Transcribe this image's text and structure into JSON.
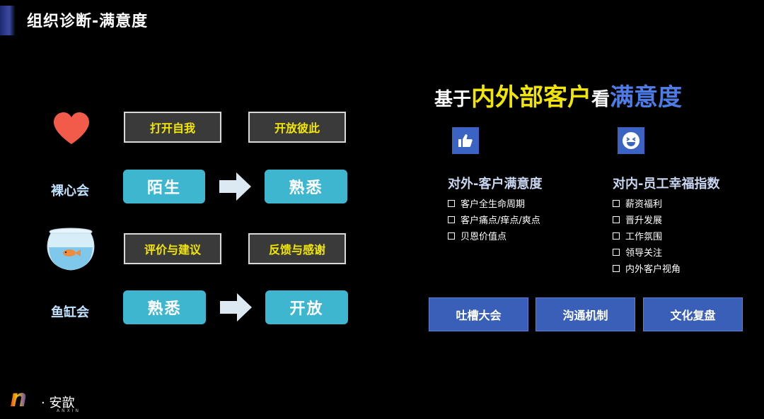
{
  "header": {
    "title": "组织诊断-满意度"
  },
  "left": {
    "top_boxes": [
      "打开自我",
      "开放彼此"
    ],
    "row1": {
      "label": "裸心会",
      "from": "陌生",
      "to": "熟悉"
    },
    "mid_boxes": [
      "评价与建议",
      "反馈与感谢"
    ],
    "row2": {
      "label": "鱼缸会",
      "from": "熟悉",
      "to": "开放"
    }
  },
  "right": {
    "headline": {
      "prefix": "基于",
      "highlight1": "内外部客户",
      "middle": "看",
      "highlight2": "满意度"
    },
    "external": {
      "title": "对外-客户满意度",
      "items": [
        "客户全生命周期",
        "客户痛点/痒点/爽点",
        "贝恩价值点"
      ]
    },
    "internal": {
      "title": "对内-员工幸福指数",
      "items": [
        "薪资福利",
        "晋升发展",
        "工作氛围",
        "领导关注",
        "内外客户视角"
      ]
    },
    "buttons": [
      "吐槽大会",
      "沟通机制",
      "文化复盘"
    ]
  },
  "logo": {
    "text": "安歆",
    "sub": "ANXIN",
    "dot": "·"
  },
  "colors": {
    "accent_blue": "#3a5fb8",
    "teal": "#3fb6cf",
    "yellow": "#f2e600",
    "heart": "#f25a4a"
  },
  "icons": [
    "heart-icon",
    "fishbowl-icon",
    "arrow-right-icon",
    "thumbs-up-icon",
    "smile-face-icon",
    "checkbox-icon"
  ]
}
